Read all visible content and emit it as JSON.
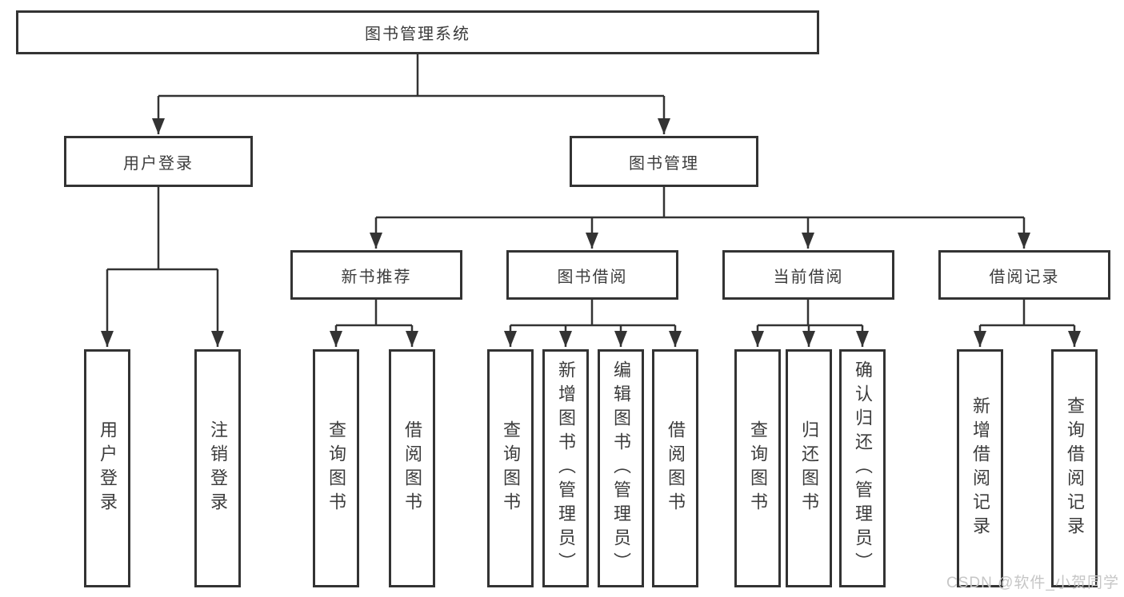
{
  "diagram": {
    "type": "hierarchy-tree",
    "nodes": {
      "root": "图书管理系统",
      "level2": {
        "user_login": "用户登录",
        "book_management": "图书管理"
      },
      "level3": {
        "new_book_recommend": "新书推荐",
        "book_borrow": "图书借阅",
        "current_borrow": "当前借阅",
        "borrow_records": "借阅记录"
      },
      "leaves": {
        "user_login": [
          "用户登录",
          "注销登录"
        ],
        "new_book_recommend": [
          "查询图书",
          "借阅图书"
        ],
        "book_borrow": [
          "查询图书",
          "新增图书（管理员）",
          "编辑图书（管理员）",
          "借阅图书"
        ],
        "current_borrow": [
          "查询图书",
          "归还图书",
          "确认归还（管理员）"
        ],
        "borrow_records": [
          "新增借阅记录",
          "查询借阅记录"
        ]
      }
    }
  },
  "watermark": "CSDN @软件_小贺同学",
  "colors": {
    "line": "#333333",
    "box_border": "#333333",
    "text": "#3c3c3c",
    "background": "#ffffff",
    "watermark": "#c6c6c6"
  }
}
